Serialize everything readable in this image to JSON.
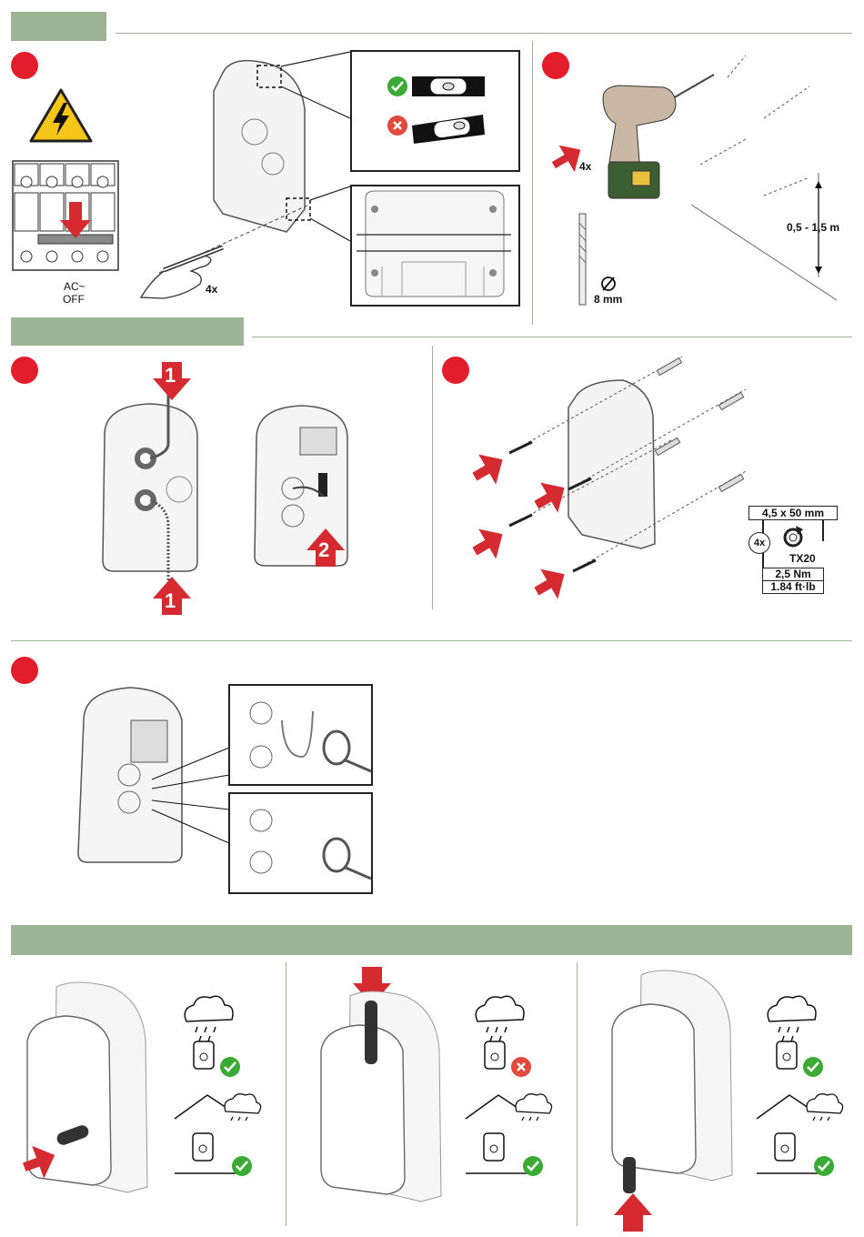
{
  "colors": {
    "header_green": "#9db596",
    "step_red": "#e31d2b",
    "arrow_red": "#d42a30",
    "ok_green": "#3aaa35",
    "bad_red": "#e04a3b"
  },
  "step1": {
    "breaker_label_line1": "AC~",
    "breaker_label_line2": "OFF",
    "mark_count": "4x",
    "icons": [
      "warning-high-voltage-icon",
      "circuit-breaker",
      "spirit-level-ok",
      "spirit-level-bad",
      "pencil-hand"
    ]
  },
  "step2": {
    "drill_count": "4x",
    "drill_bit_diameter": "8 mm",
    "height_range": "0,5 - 1,5 m"
  },
  "step3": {
    "arrow_1a": "1",
    "arrow_1b": "1",
    "arrow_2": "2"
  },
  "step4": {
    "screw_size": "4,5 x 50 mm",
    "screw_count": "4x",
    "driver": "TX20",
    "torque_nm": "2,5 Nm",
    "torque_ftlb": "1.84 ft·lb"
  },
  "step5": {
    "icons": [
      "cable-tie-icon",
      "connector-icon"
    ]
  },
  "mounting_options": [
    {
      "entry": "side",
      "outdoor_rain": "ok",
      "indoor": "ok"
    },
    {
      "entry": "top",
      "outdoor_rain": "not-ok",
      "indoor": "ok"
    },
    {
      "entry": "bottom",
      "outdoor_rain": "ok",
      "indoor": "ok"
    }
  ]
}
